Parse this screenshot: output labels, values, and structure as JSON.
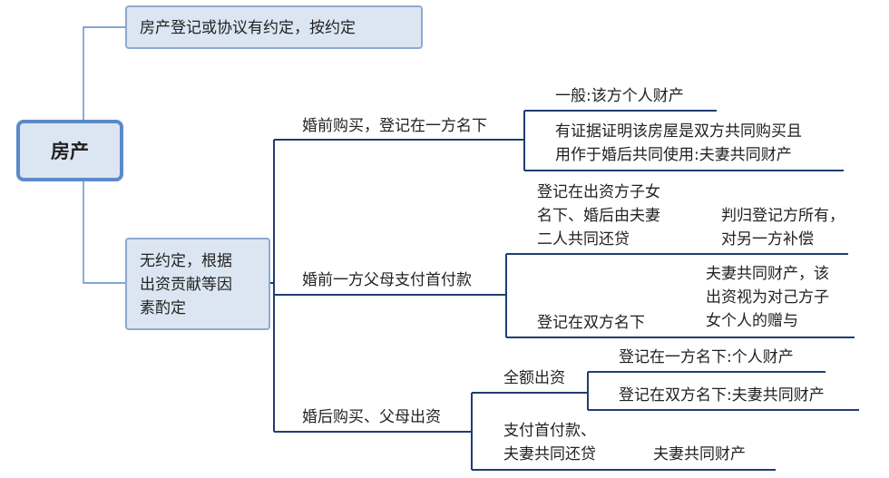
{
  "root": "房产",
  "agreement": "房产登记或协议有约定，按约定",
  "no_agreement": [
    "无约定，根据",
    "出资贡献等因",
    "素酌定"
  ],
  "premarital_purchase": {
    "label": "婚前购买，登记在一方名下",
    "general": "一般:该方个人财产",
    "evidence": [
      "有证据证明该房屋是双方共同购买且",
      "用作于婚后共同使用:夫妻共同财产"
    ]
  },
  "parent_down_payment": {
    "label": "婚前一方父母支付首付款",
    "child_name": [
      "登记在出资方子女",
      "名下、婚后由夫妻",
      "二人共同还贷"
    ],
    "child_name_result": [
      "判归登记方所有，",
      "对另一方补偿"
    ],
    "both_names": "登记在双方名下",
    "both_names_result": [
      "夫妻共同财产，该",
      "出资视为对己方子",
      "女个人的赠与"
    ]
  },
  "postmarital_purchase": {
    "label": "婚后购买、父母出资",
    "full": "全额出资",
    "full_one": "登记在一方名下:个人财产",
    "full_both": "登记在双方名下:夫妻共同财产",
    "partial": [
      "支付首付款、",
      "夫妻共同还贷"
    ],
    "partial_result": "夫妻共同财产"
  }
}
